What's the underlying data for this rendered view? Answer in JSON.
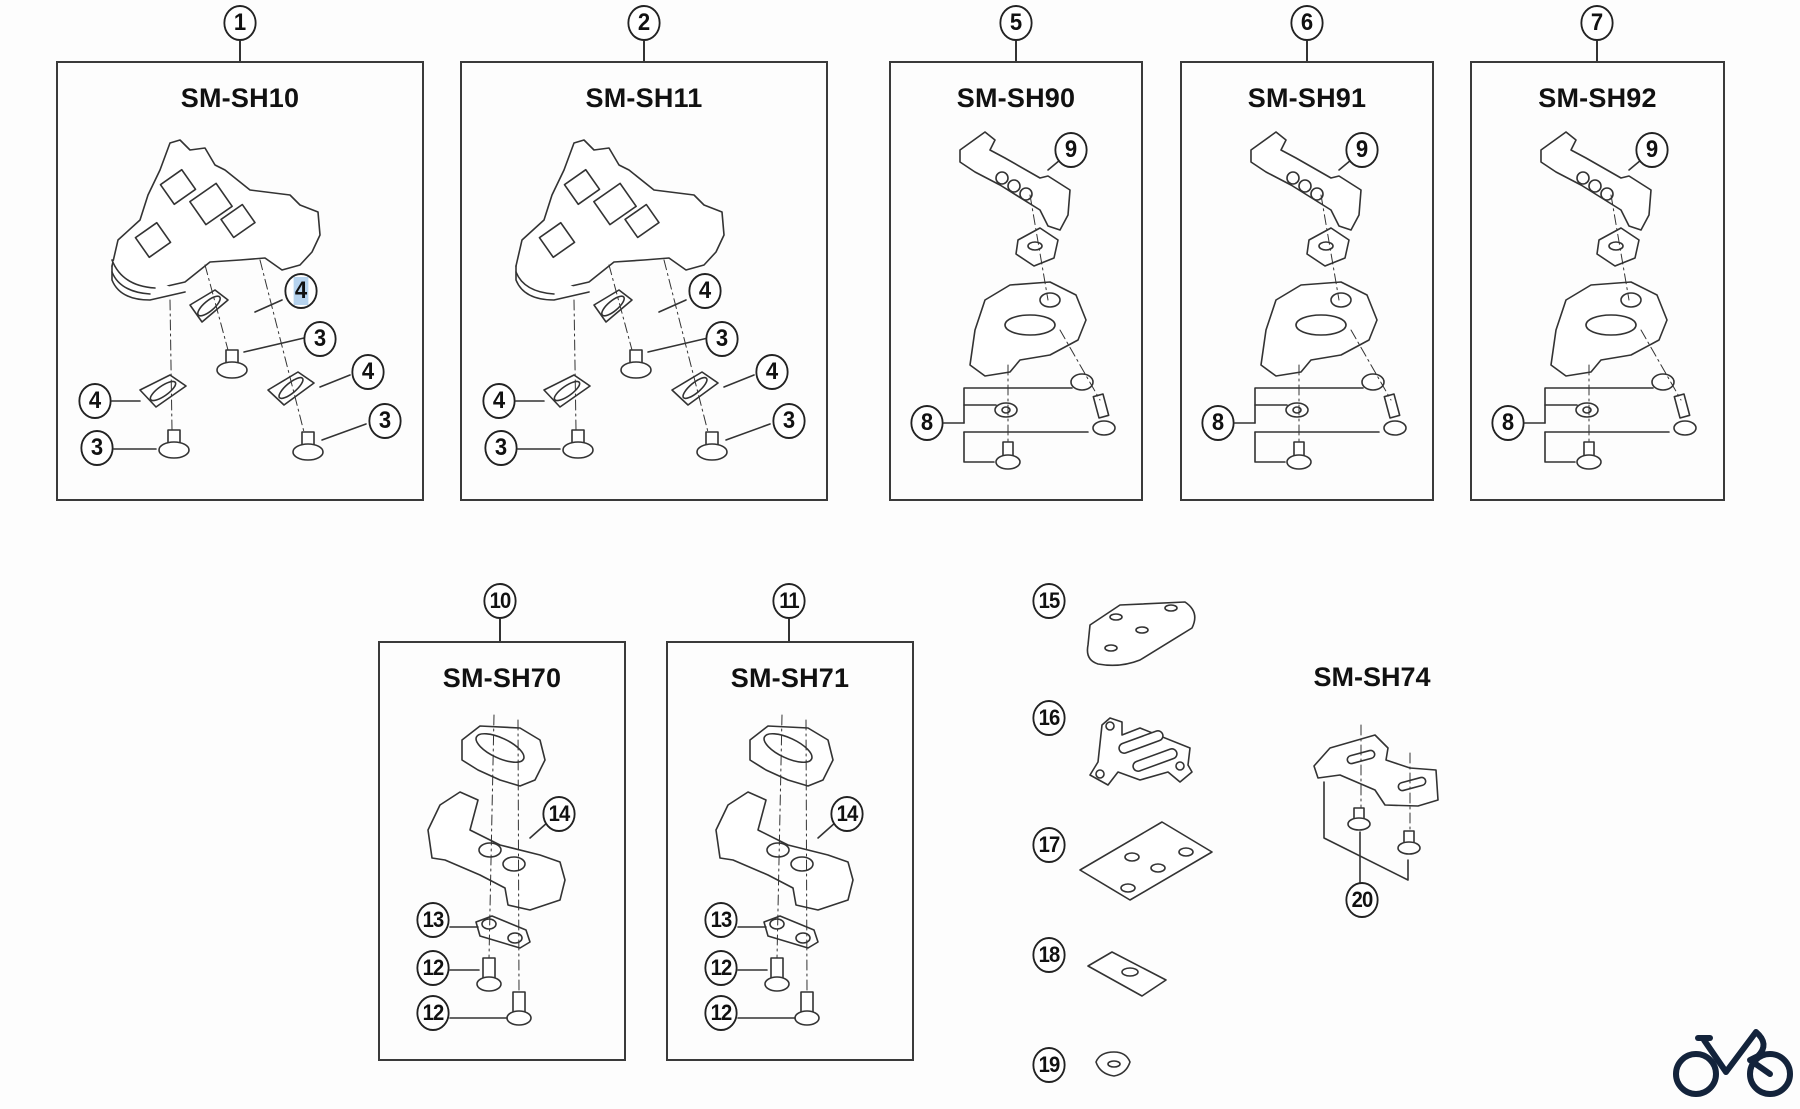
{
  "diagram": {
    "type": "exploded-parts-diagram",
    "subject": "Cleat adapter / shoe parts",
    "groups": [
      {
        "ref": "1",
        "model": "SM-SH10",
        "callouts": [
          "4",
          "3",
          "4",
          "4",
          "3",
          "3"
        ]
      },
      {
        "ref": "2",
        "model": "SM-SH11",
        "callouts": [
          "4",
          "3",
          "4",
          "4",
          "3",
          "3"
        ]
      },
      {
        "ref": "5",
        "model": "SM-SH90",
        "callouts": [
          "9",
          "8"
        ]
      },
      {
        "ref": "6",
        "model": "SM-SH91",
        "callouts": [
          "9",
          "8"
        ]
      },
      {
        "ref": "7",
        "model": "SM-SH92",
        "callouts": [
          "9",
          "8"
        ]
      },
      {
        "ref": "10",
        "model": "SM-SH70",
        "callouts": [
          "14",
          "13",
          "12",
          "12"
        ]
      },
      {
        "ref": "11",
        "model": "SM-SH71",
        "callouts": [
          "14",
          "13",
          "12",
          "12"
        ]
      }
    ],
    "loose_parts": [
      "15",
      "16",
      "17",
      "18",
      "19"
    ],
    "sh74": {
      "model": "SM-SH74",
      "callouts": [
        "20"
      ]
    },
    "selected_label": "4",
    "highlight_color": "#b6d3ee",
    "line_color": "#333333",
    "logo_color": "#13233b",
    "logo_icon": "bicycle-logo-icon"
  }
}
